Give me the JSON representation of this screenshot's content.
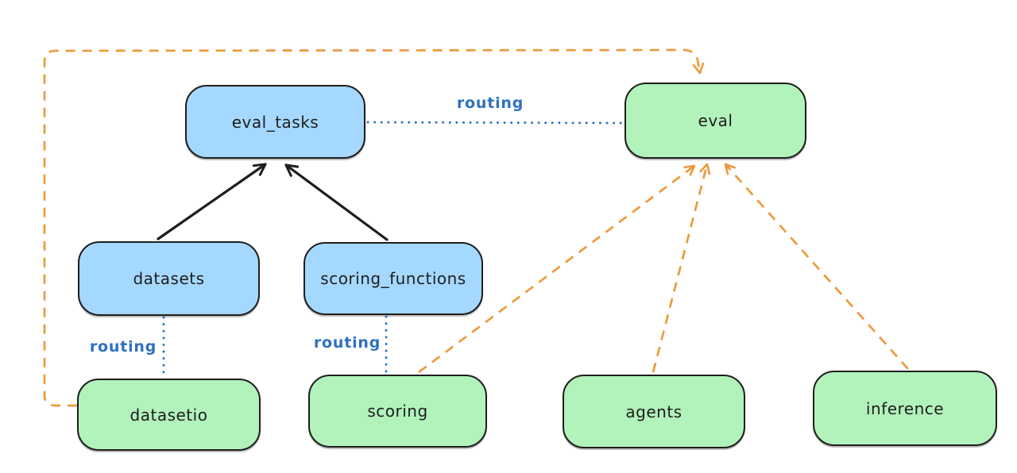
{
  "colors": {
    "background": "#ffffff",
    "api_fill_blue": "#a5d8ff",
    "provider_fill_green": "#b2f2bb",
    "node_stroke": "#1e1e1e",
    "routing_blue": "#2f71c1",
    "dependency_orange": "#ec9a3d"
  },
  "nodes": {
    "eval_tasks": {
      "label": "eval_tasks"
    },
    "eval": {
      "label": "eval"
    },
    "datasets": {
      "label": "datasets"
    },
    "scoring_functions": {
      "label": "scoring_functions"
    },
    "datasetio": {
      "label": "datasetio"
    },
    "scoring": {
      "label": "scoring"
    },
    "agents": {
      "label": "agents"
    },
    "inference": {
      "label": "inference"
    }
  },
  "edges": [
    {
      "from": "datasets",
      "to": "eval_tasks",
      "style": "solid",
      "color": "#1e1e1e"
    },
    {
      "from": "scoring_functions",
      "to": "eval_tasks",
      "style": "solid",
      "color": "#1e1e1e"
    },
    {
      "from": "eval_tasks",
      "to": "eval",
      "style": "dotted",
      "color": "#2f71c1",
      "label": "routing"
    },
    {
      "from": "datasets",
      "to": "datasetio",
      "style": "dotted",
      "color": "#2f71c1",
      "label": "routing"
    },
    {
      "from": "scoring_functions",
      "to": "scoring",
      "style": "dotted",
      "color": "#2f71c1",
      "label": "routing"
    },
    {
      "from": "datasetio",
      "to": "eval",
      "style": "dashed",
      "color": "#ec9a3d"
    },
    {
      "from": "scoring",
      "to": "eval",
      "style": "dashed",
      "color": "#ec9a3d"
    },
    {
      "from": "agents",
      "to": "eval",
      "style": "dashed",
      "color": "#ec9a3d"
    },
    {
      "from": "inference",
      "to": "eval",
      "style": "dashed",
      "color": "#ec9a3d"
    }
  ]
}
